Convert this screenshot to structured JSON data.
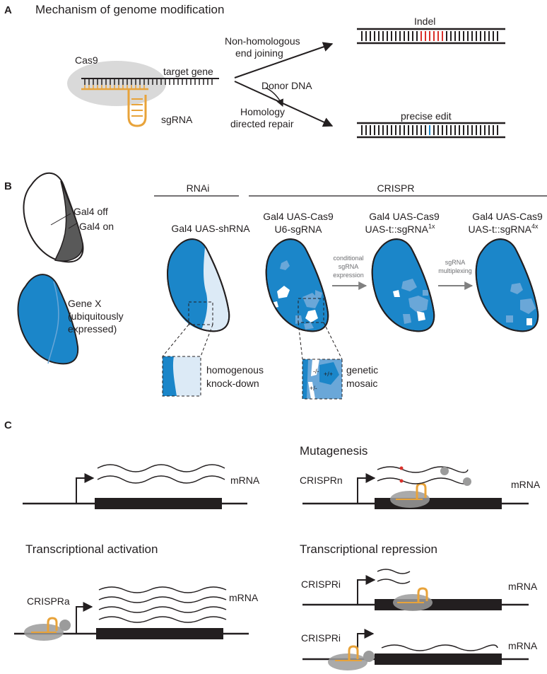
{
  "panel_a": {
    "letter": "A",
    "title": "Mechanism of genome modification",
    "cas9": "Cas9",
    "target_gene": "target gene",
    "sgrna": "sgRNA",
    "nhej_line1": "Non-homologous",
    "nhej_line2": "end joining",
    "donor": "Donor DNA",
    "hdr_line1": "Homology",
    "hdr_line2": "directed repair",
    "indel": "Indel",
    "precise_edit": "precise edit"
  },
  "panel_b": {
    "letter": "B",
    "gal4_off": "Gal4 off",
    "gal4_on": "Gal4 on",
    "gene_x_line1": "Gene X",
    "gene_x_line2": "(ubiquitously",
    "gene_x_line3": "expressed)",
    "rnai_header": "RNAi",
    "crispr_header": "CRISPR",
    "col1_line1": "Gal4 UAS-shRNA",
    "col2_line1": "Gal4 UAS-Cas9",
    "col2_line2": "U6-sgRNA",
    "col3_line1": "Gal4 UAS-Cas9",
    "col3_line2": "UAS-t::sgRNA",
    "col3_sup": "1x",
    "col4_line1": "Gal4 UAS-Cas9",
    "col4_line2": "UAS-t::sgRNA",
    "col4_sup": "4x",
    "arrow1_line1": "conditional",
    "arrow1_line2": "sgRNA",
    "arrow1_line3": "expression",
    "arrow2_line1": "sgRNA",
    "arrow2_line2": "multiplexing",
    "inset1_line1": "homogenous",
    "inset1_line2": "knock-down",
    "inset2_line1": "genetic",
    "inset2_line2": "mosaic",
    "geno_mm": "-/-",
    "geno_pp": "+/+",
    "geno_pm": "+/-"
  },
  "panel_c": {
    "letter": "C",
    "mrna": "mRNA",
    "mutagenesis": "Mutagenesis",
    "crisprn": "CRISPRn",
    "activation": "Transcriptional activation",
    "crispra": "CRISPRa",
    "repression": "Transcriptional repression",
    "crispri": "CRISPRi"
  },
  "colors": {
    "blue": "#1b86c9",
    "light_blue": "#dceaf6",
    "mid_blue": "#6aa7d8",
    "orange": "#e8a33a",
    "red": "#d9312b",
    "grey": "#d9d9d9",
    "dark_grey": "#595959"
  }
}
